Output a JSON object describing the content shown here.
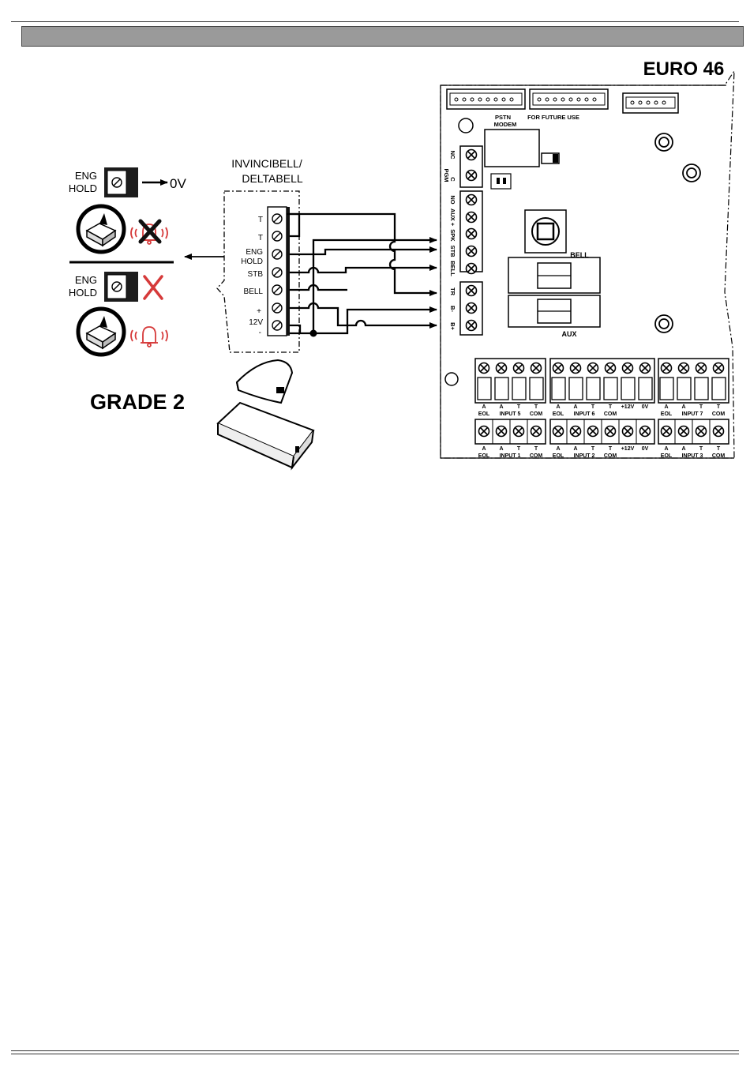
{
  "product": {
    "title": "EURO 46"
  },
  "grade": {
    "label": "GRADE 2"
  },
  "bell": {
    "title_line1": "INVINCIBELL/",
    "title_line2": "DELTABELL",
    "terminals": {
      "t1": "T",
      "t2": "T",
      "eng": "ENG",
      "hold": "HOLD",
      "stb": "STB",
      "bell": "BELL",
      "plus": "+",
      "v12": "12V",
      "minus": "-"
    }
  },
  "legend": {
    "eng": "ENG",
    "hold": "HOLD",
    "zero_v": "0V",
    "red_color": "#d63a3a"
  },
  "panel": {
    "pstn": "PSTN",
    "modem": "MODEM",
    "future_use": "FOR FUTURE USE",
    "bell_label": "BELL",
    "aux_label": "AUX",
    "side_labels": {
      "nc": "NC",
      "c": "C",
      "pgm": "PGM",
      "no": "NO",
      "aux_plus": "AUX +",
      "spk": "SPK",
      "stb": "STB",
      "bell": "BELL",
      "tr": "TR",
      "b_minus": "B-",
      "b_plus": "B+"
    },
    "top_row": {
      "g1": [
        "A",
        "A",
        "T",
        "T"
      ],
      "g1_sub": [
        "EOL",
        "INPUT 5",
        "COM"
      ],
      "g2": [
        "A",
        "A",
        "T",
        "T",
        "+12V",
        "0V"
      ],
      "g2_sub": [
        "EOL",
        "INPUT 6",
        "COM"
      ],
      "g3": [
        "A",
        "A",
        "T",
        "T"
      ],
      "g3_sub": [
        "EOL",
        "INPUT 7",
        "COM"
      ]
    },
    "bottom_row": {
      "g1": [
        "A",
        "A",
        "T",
        "T"
      ],
      "g1_sub": [
        "EOL",
        "INPUT 1",
        "COM"
      ],
      "g2": [
        "A",
        "A",
        "T",
        "T",
        "+12V",
        "0V"
      ],
      "g2_sub": [
        "EOL",
        "INPUT 2",
        "COM"
      ],
      "g3": [
        "A",
        "A",
        "T",
        "T"
      ],
      "g3_sub": [
        "EOL",
        "INPUT 3",
        "COM"
      ]
    }
  }
}
